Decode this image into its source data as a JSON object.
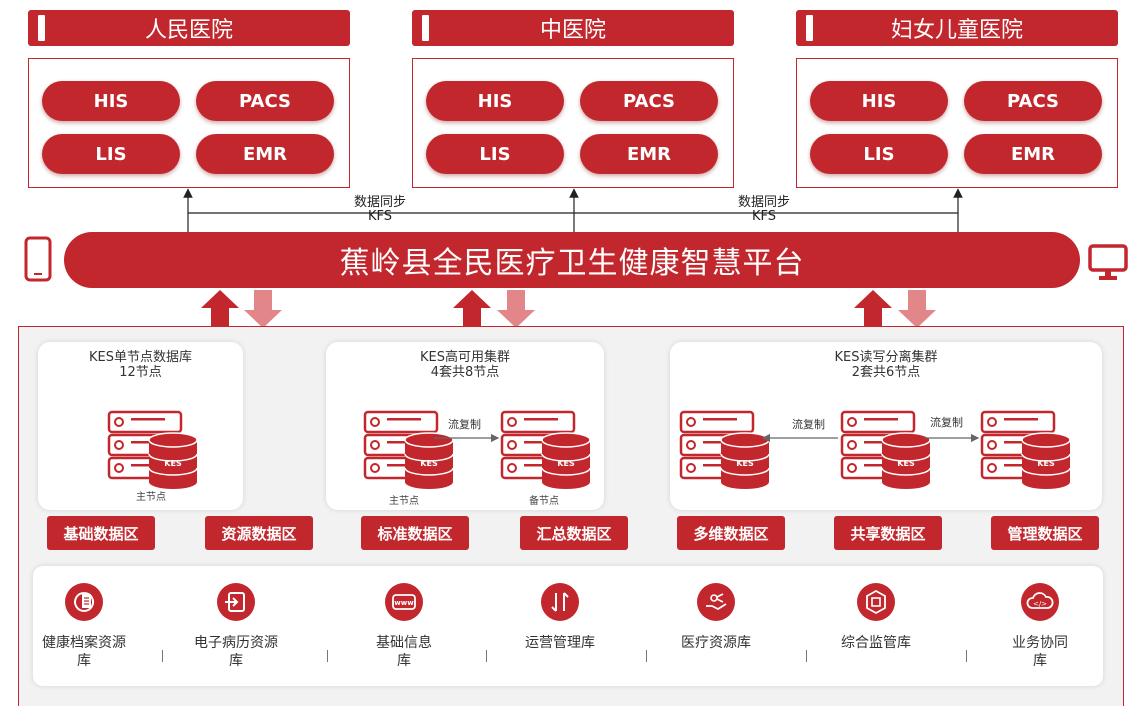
{
  "hospitals": [
    {
      "name": "人民医院",
      "systems": [
        "HIS",
        "PACS",
        "LIS",
        "EMR"
      ]
    },
    {
      "name": "中医院",
      "systems": [
        "HIS",
        "PACS",
        "LIS",
        "EMR"
      ]
    },
    {
      "name": "妇女儿童医院",
      "systems": [
        "HIS",
        "PACS",
        "LIS",
        "EMR"
      ]
    }
  ],
  "sync": [
    {
      "line1": "数据同步",
      "line2": "KFS"
    },
    {
      "line1": "数据同步",
      "line2": "KFS"
    }
  ],
  "platform": {
    "title": "蕉岭县全民医疗卫生健康智慧平台"
  },
  "clusters": [
    {
      "title1": "KES单节点数据库",
      "title2": "12节点",
      "captions": [
        "主节点"
      ]
    },
    {
      "title1": "KES高可用集群",
      "title2": "4套共8节点",
      "captions": [
        "主节点",
        "备节点"
      ],
      "replication": [
        "流复制"
      ]
    },
    {
      "title1": "KES读写分离集群",
      "title2": "2套共6节点",
      "captions": [],
      "replication": [
        "流复制",
        "流复制"
      ]
    }
  ],
  "db_label": "KES",
  "zones": [
    "基础数据区",
    "资源数据区",
    "标准数据区",
    "汇总数据区",
    "多维数据区",
    "共享数据区",
    "管理数据区"
  ],
  "libraries": [
    {
      "l1": "健康档案资源",
      "l2": "库",
      "icon": "health-record-icon"
    },
    {
      "l1": "电子病历资源",
      "l2": "库",
      "icon": "emr-login-icon"
    },
    {
      "l1": "基础信息",
      "l2": "库",
      "icon": "www-icon"
    },
    {
      "l1": "运营管理库",
      "l2": "",
      "icon": "exchange-arrows-icon"
    },
    {
      "l1": "医疗资源库",
      "l2": "",
      "icon": "share-hand-icon"
    },
    {
      "l1": "综合监管库",
      "l2": "",
      "icon": "monitor-cube-icon"
    },
    {
      "l1": "业务协同",
      "l2": "库",
      "icon": "cloud-collab-icon"
    }
  ],
  "colors": {
    "primary": "#c1272d",
    "arrow_light": "#e3868a"
  }
}
